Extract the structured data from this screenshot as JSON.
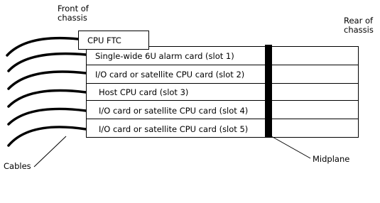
{
  "labels": {
    "front": [
      "Front of",
      "chassis"
    ],
    "rear": [
      "Rear of",
      "chassis"
    ],
    "cables": "Cables",
    "midplane": "Midplane",
    "cpu_ftc": "CPU FTC"
  },
  "slots": [
    "Single-wide 6U alarm card (slot 1)",
    "I/O card or satellite CPU card (slot 2)",
    "Host CPU card (slot 3)",
    "I/O card or satellite CPU card (slot 4)",
    "I/O card or satellite CPU card (slot 5)"
  ]
}
